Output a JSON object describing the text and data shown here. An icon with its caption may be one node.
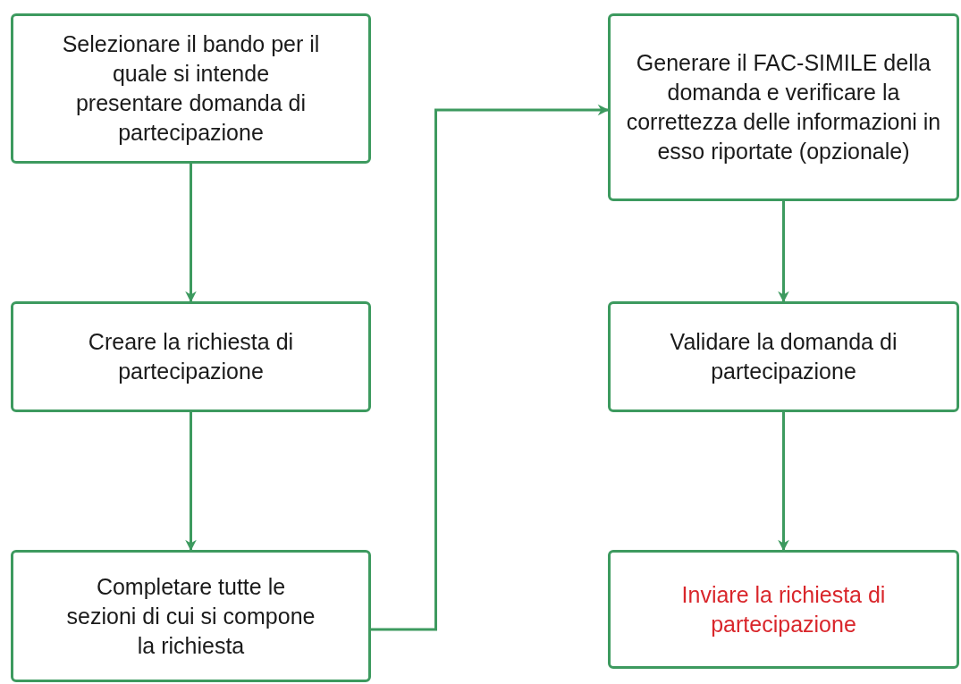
{
  "diagram": {
    "nodes": [
      {
        "text": [
          "Selezionare il bando per il quale si intende presentare domanda di partecipazione"
        ]
      },
      {
        "text": [
          "Creare la richiesta di partecipazione"
        ]
      },
      {
        "text": [
          "Completare tutte le sezioni di cui si compone la richiesta"
        ]
      },
      {
        "text": [
          "Generare il FAC-SIMILE della domanda e verificare la correttezza delle informazioni in esso riportate (opzionale)"
        ]
      },
      {
        "text": [
          "Validare la domanda di partecipazione"
        ]
      },
      {
        "text": [
          "Inviare la richiesta di partecipazione"
        ]
      }
    ],
    "edges": [
      {
        "from": 0,
        "to": 1,
        "arrow": "to"
      },
      {
        "from": 1,
        "to": 2,
        "arrow": "to"
      },
      {
        "from": 2,
        "to": 3,
        "arrow": "to"
      },
      {
        "from": 3,
        "to": 4,
        "arrow": "to"
      },
      {
        "from": 4,
        "to": 5,
        "arrow": "to"
      }
    ]
  }
}
